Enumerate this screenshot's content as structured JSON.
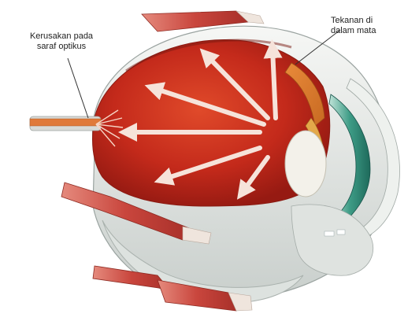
{
  "labels": {
    "optic_nerve_damage": [
      "Kerusakan pada",
      "saraf optikus"
    ],
    "eye_pressure": [
      "Tekanan di",
      "dalam mata"
    ]
  },
  "colors": {
    "retina_red": "#c0261a",
    "sclera": "#e9ece9",
    "muscle": "#c9463d",
    "lens": "#f3f1ea",
    "iris_teal": "#2e8a77",
    "arrow": "#f4dcd2"
  }
}
